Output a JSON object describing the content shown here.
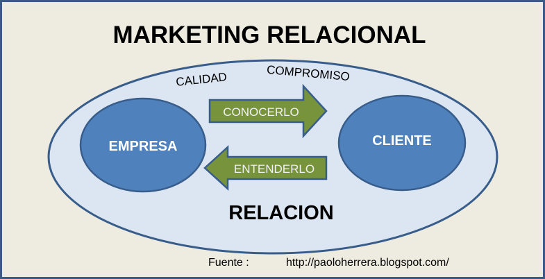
{
  "title": "MARKETING RELACIONAL",
  "labels": {
    "calidad": "CALIDAD",
    "compromiso": "COMPROMISO",
    "relacion": "RELACION"
  },
  "nodes": {
    "empresa": "EMPRESA",
    "cliente": "CLIENTE"
  },
  "arrows": {
    "conocerlo": "CONOCERLO",
    "entenderlo": "ENTENDERLO"
  },
  "source": {
    "label": "Fuente :",
    "url": "http://paoloherrera.blogspot.com/"
  },
  "colors": {
    "background": "#eeebe0",
    "frame": "#3b5a85",
    "outer_ellipse": "#dce6f2",
    "node": "#4f81bd",
    "node_stroke": "#385d8a",
    "arrow": "#77933c",
    "arrow_stroke": "#385d8a",
    "arrow_text": "#f2f2f2"
  }
}
